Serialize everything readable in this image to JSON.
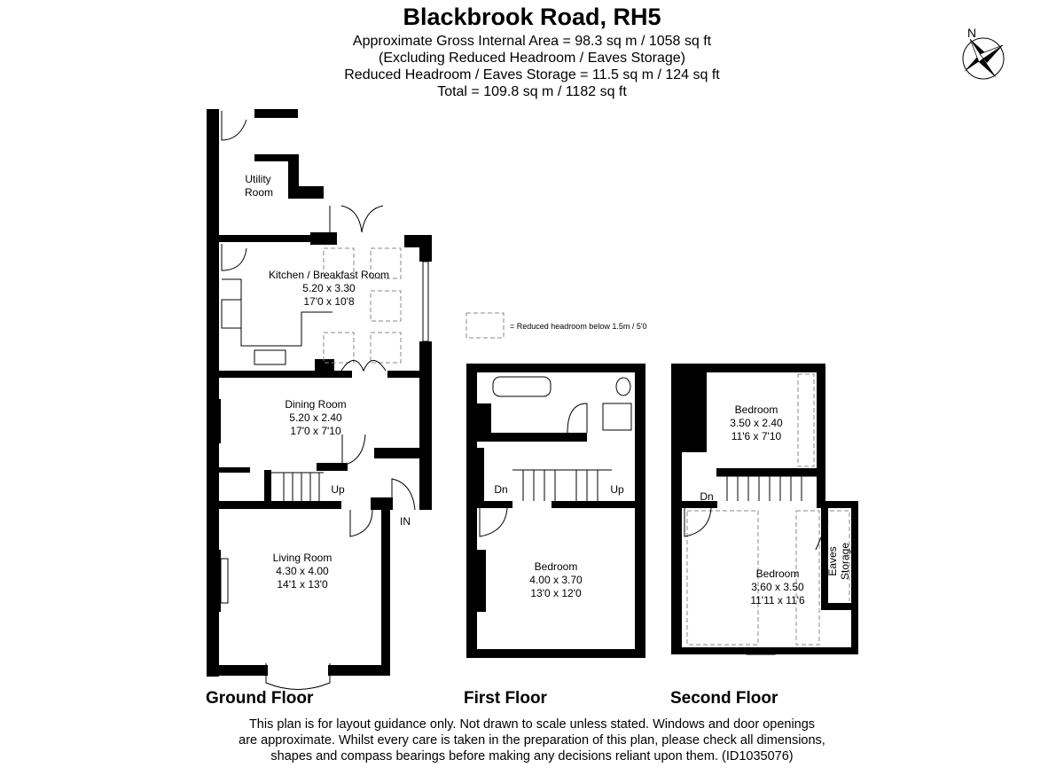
{
  "header": {
    "title": "Blackbrook Road, RH5",
    "lines": [
      "Approximate Gross Internal Area = 98.3 sq m / 1058 sq ft",
      "(Excluding Reduced Headroom / Eaves Storage)",
      "Reduced Headroom / Eaves Storage = 11.5 sq m / 124 sq ft",
      "Total = 109.8 sq m / 1182 sq ft"
    ]
  },
  "compass": {
    "label": "N"
  },
  "legend": {
    "text": "= Reduced headroom below 1.5m / 5'0"
  },
  "floors": {
    "ground": {
      "label": "Ground Floor",
      "rooms": {
        "utility": {
          "line1": "Utility",
          "line2": "Room"
        },
        "kitchen": {
          "name": "Kitchen / Breakfast Room",
          "metric": "5.20 x 3.30",
          "imperial": "17'0 x 10'8"
        },
        "dining": {
          "name": "Dining Room",
          "metric": "5.20 x 2.40",
          "imperial": "17'0 x 7'10"
        },
        "living": {
          "name": "Living Room",
          "metric": "4.30 x 4.00",
          "imperial": "14'1 x 13'0"
        }
      },
      "stairs_label": "Up",
      "entrance_label": "IN"
    },
    "first": {
      "label": "First Floor",
      "rooms": {
        "bedroom": {
          "name": "Bedroom",
          "metric": "4.00 x 3.70",
          "imperial": "13'0 x 12'0"
        }
      },
      "down_label": "Dn",
      "up_label": "Up"
    },
    "second": {
      "label": "Second Floor",
      "rooms": {
        "bedroom1": {
          "name": "Bedroom",
          "metric": "3.50 x 2.40",
          "imperial": "11'6 x 7'10"
        },
        "bedroom2": {
          "name": "Bedroom",
          "metric": "3.60 x 3.50",
          "imperial": "11'11 x 11'6"
        },
        "eaves": {
          "line1": "Eaves",
          "line2": "Storage"
        }
      },
      "down_label": "Dn"
    }
  },
  "footer": {
    "lines": [
      "This plan is for layout guidance only. Not drawn to scale unless stated. Windows and door openings",
      "are approximate. Whilst every care is taken in the preparation of this plan, please check all dimensions,",
      "shapes and compass bearings before making any decisions reliant upon them. (ID1035076)"
    ]
  }
}
